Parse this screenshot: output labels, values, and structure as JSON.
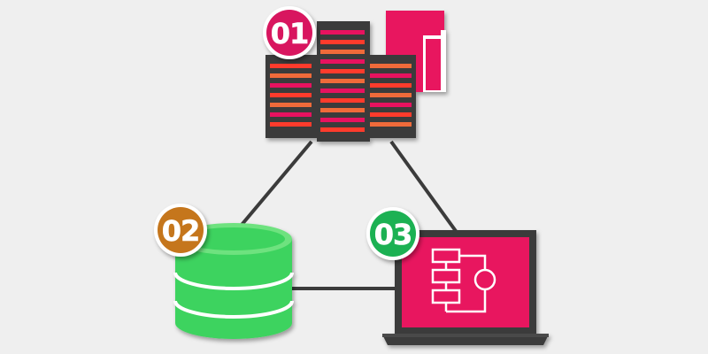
{
  "diagram": {
    "nodes": [
      {
        "id": "data-table",
        "badge": "01",
        "badge_color": "#d8185f",
        "icon": "spreadsheet-icon"
      },
      {
        "id": "database",
        "badge": "02",
        "badge_color": "#c5761d",
        "icon": "database-icon"
      },
      {
        "id": "laptop",
        "badge": "03",
        "badge_color": "#1fb152",
        "icon": "laptop-flowchart-icon"
      }
    ],
    "edges": [
      {
        "from": "data-table",
        "to": "database"
      },
      {
        "from": "data-table",
        "to": "laptop"
      },
      {
        "from": "database",
        "to": "laptop"
      }
    ]
  },
  "colors": {
    "background": "#efefef",
    "pink": "#e8125f",
    "dark": "#3a3a3a",
    "green": "#3ed35e",
    "red_row": "#ff3b2c",
    "orange_row": "#f06a3a",
    "connector": "#3b3b3b"
  }
}
